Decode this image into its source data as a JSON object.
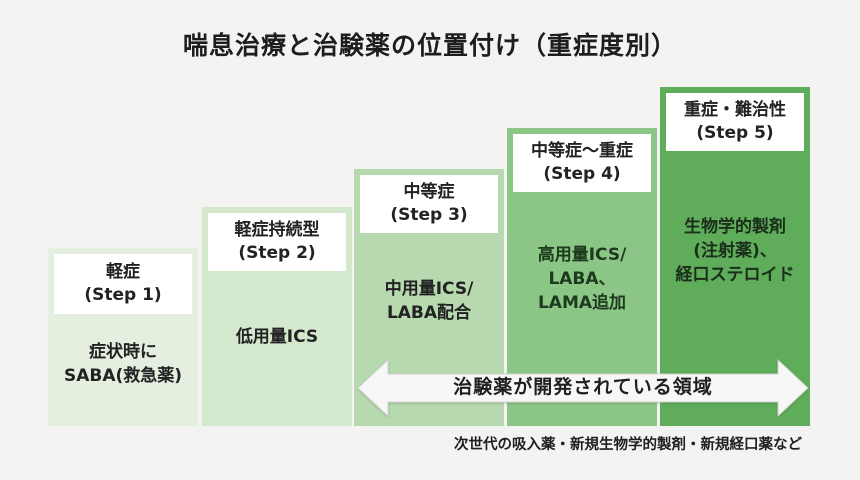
{
  "title": "喘息治療と治験薬の位置付け（重症度別）",
  "steps": [
    {
      "name": "軽症",
      "step": "(Step 1)",
      "body": [
        "症状時に",
        "SABA(救急薬)"
      ],
      "color": "#e4efe0"
    },
    {
      "name": "軽症持続型",
      "step": "(Step 2)",
      "body": [
        "低用量ICS"
      ],
      "color": "#d3e8cd"
    },
    {
      "name": "中等症",
      "step": "(Step 3)",
      "body": [
        "中用量ICS/",
        "LABA配合"
      ],
      "color": "#b7d9b0"
    },
    {
      "name": "中等症〜重症",
      "step": "(Step 4)",
      "body": [
        "高用量ICS/",
        "LABA、",
        "LAMA追加"
      ],
      "color": "#8cc686"
    },
    {
      "name": "重症・難治性",
      "step": "(Step 5)",
      "body": [
        "生物学的製剤",
        "(注射薬)、",
        "経口ステロイド"
      ],
      "color": "#5fac5a"
    }
  ],
  "arrow": {
    "label": "治験薬が開発されている領域"
  },
  "footnote": "次世代の吸入薬・新規生物学的製剤・新規経口薬など"
}
